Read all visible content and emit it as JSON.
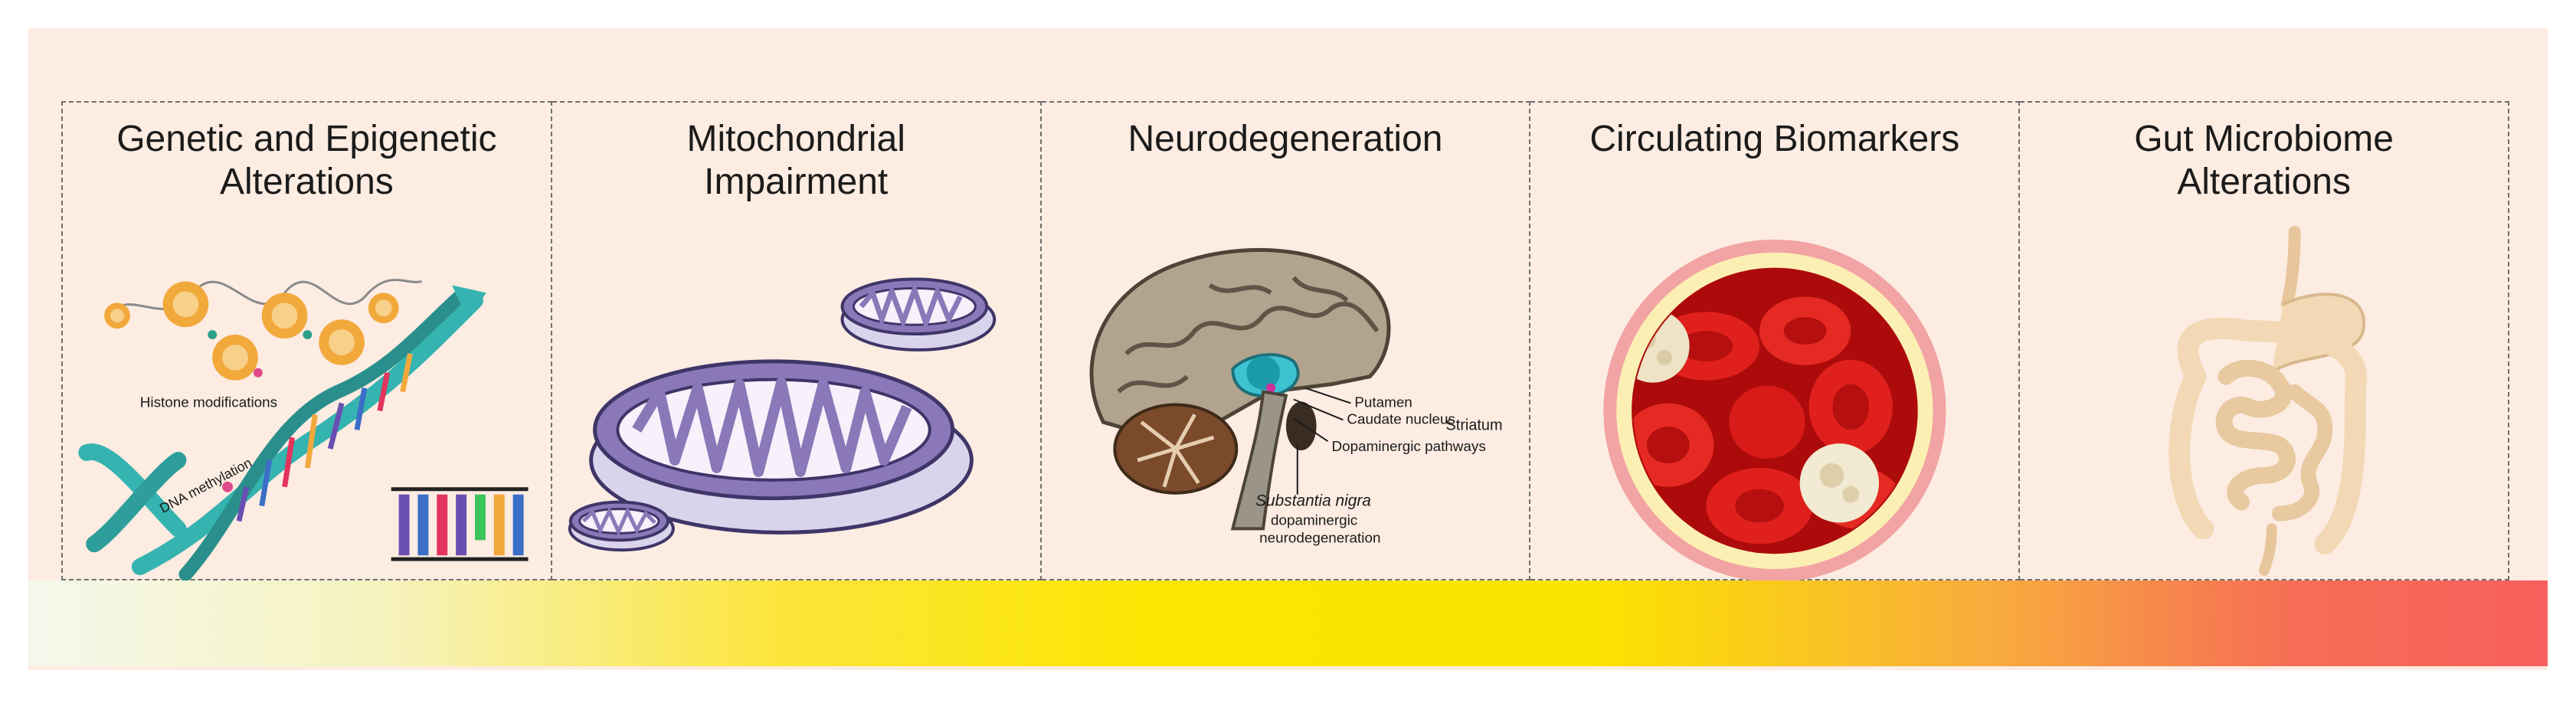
{
  "panels": [
    {
      "title": "Genetic and Epigenetic\nAlterations",
      "labels": {
        "histone": "Histone modifications",
        "dna": "DNA methylation"
      }
    },
    {
      "title": "Mitochondrial\nImpairment"
    },
    {
      "title": "Neurodegeneration",
      "labels": {
        "putamen": "Putamen",
        "striatum": "Striatum",
        "caudate": "Caudate nucleus",
        "dopaminergic": "Dopaminergic pathways",
        "substantia": "Substantia nigra",
        "dopa2": "dopaminergic",
        "neuro": "neurodegeneration"
      }
    },
    {
      "title": "Circulating Biomarkers"
    },
    {
      "title": "Gut Microbiome\nAlterations"
    }
  ],
  "colors": {
    "background": "#fcece2",
    "gradient": [
      "#f4f8ec",
      "#fbe600",
      "#f6605c"
    ],
    "dna_teal": "#35b3b0",
    "mitochondria_purple": "#7a6aa8",
    "blood_red": "#d8231f",
    "intestine": "#f2d8b4"
  },
  "icons": [
    "dna-helix-icon",
    "mitochondria-icon",
    "brain-section-icon",
    "blood-vessel-icon",
    "digestive-tract-icon"
  ]
}
